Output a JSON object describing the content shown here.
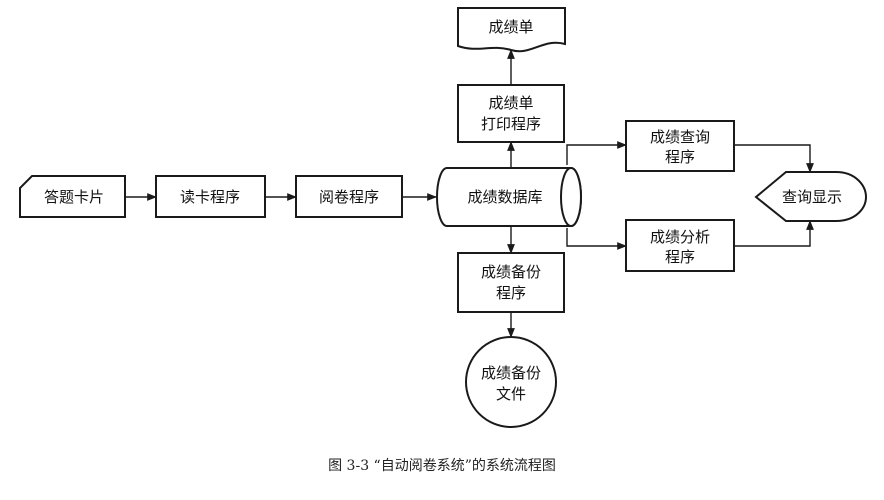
{
  "nodes": {
    "card": "答题卡片",
    "read": "读卡程序",
    "mark": "阅卷程序",
    "db": "成绩数据库",
    "print_l1": "成绩单",
    "print_l2": "打印程序",
    "report": "成绩单",
    "query_l1": "成绩查询",
    "query_l2": "程序",
    "analysis_l1": "成绩分析",
    "analysis_l2": "程序",
    "display": "查询显示",
    "backup_l1": "成绩备份",
    "backup_l2": "程序",
    "bfile_l1": "成绩备份",
    "bfile_l2": "文件"
  },
  "caption": "图 3-3 “自动阅卷系统”的系统流程图"
}
